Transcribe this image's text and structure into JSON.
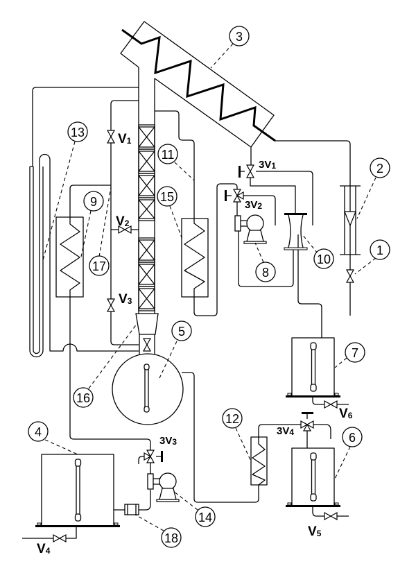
{
  "diagram": {
    "type": "distillation column process flow schematic",
    "callouts": [
      "1",
      "2",
      "3",
      "4",
      "5",
      "6",
      "7",
      "8",
      "9",
      "10",
      "11",
      "12",
      "13",
      "14",
      "15",
      "16",
      "17",
      "18"
    ],
    "valve_labels": {
      "V1": {
        "base": "V",
        "sub": "1"
      },
      "V2": {
        "base": "V",
        "sub": "2"
      },
      "V3": {
        "base": "V",
        "sub": "3"
      },
      "V4": {
        "base": "V",
        "sub": "4"
      },
      "V5": {
        "base": "V",
        "sub": "5"
      },
      "V6": {
        "base": "V",
        "sub": "6"
      },
      "3V1": {
        "base": "3V",
        "sub": "1"
      },
      "3V2": {
        "base": "3V",
        "sub": "2"
      },
      "3V3": {
        "base": "3V",
        "sub": "3"
      },
      "3V4": {
        "base": "3V",
        "sub": "4"
      }
    },
    "colors": {
      "line": "#000000",
      "background": "#ffffff"
    }
  }
}
